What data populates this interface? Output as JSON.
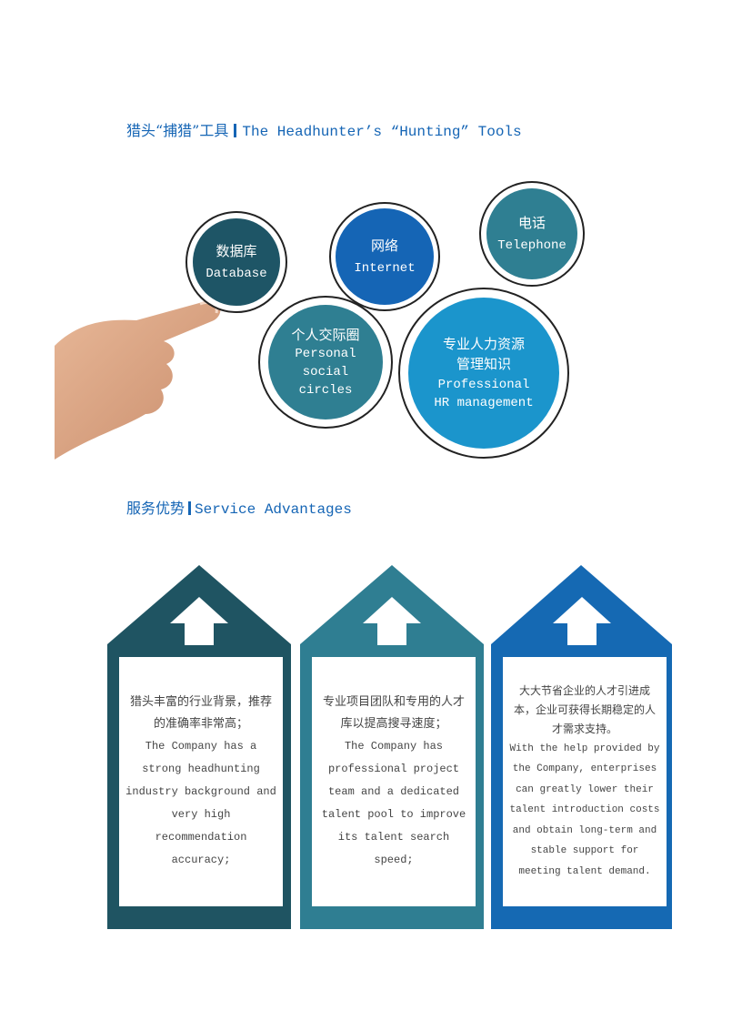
{
  "tools_heading": {
    "zh": "猎头“捕猎”工具",
    "en": "The Headhunter’s “Hunting” Tools"
  },
  "tools": [
    {
      "zh": "数据库",
      "en": "Database",
      "color": "#1e5566"
    },
    {
      "zh": "网络",
      "en": "Internet",
      "color": "#1565b5"
    },
    {
      "zh": "电话",
      "en": "Telephone",
      "color": "#2f7f92"
    },
    {
      "zh": "个人交际圈",
      "en": "Personal social circles",
      "color": "#2f7f92"
    },
    {
      "zh": "专业人力资源管理知识",
      "en": "Professional HR management",
      "color": "#1b95cc"
    }
  ],
  "advantages_heading": {
    "zh": "服务优势",
    "en": "Service Advantages"
  },
  "advantages": [
    {
      "zh": "猎头丰富的行业背景，推荐的准确率非常高；",
      "en": "The Company has a strong headhunting industry background and very high recommendation accuracy;",
      "color": "#1f5462"
    },
    {
      "zh": "专业项目团队和专用的人才库以提高搜寻速度；",
      "en": "The Company has professional project team and a dedicated talent pool to improve its talent search speed;",
      "color": "#2f7e92"
    },
    {
      "zh": "大大节省企业的人才引进成本，企业可获得长期稳定的人才需求支持。",
      "en": "With the help provided by the Company, enterprises can greatly lower their talent introduction costs and obtain long-term and stable support for meeting talent demand.",
      "color": "#1569b3"
    }
  ]
}
